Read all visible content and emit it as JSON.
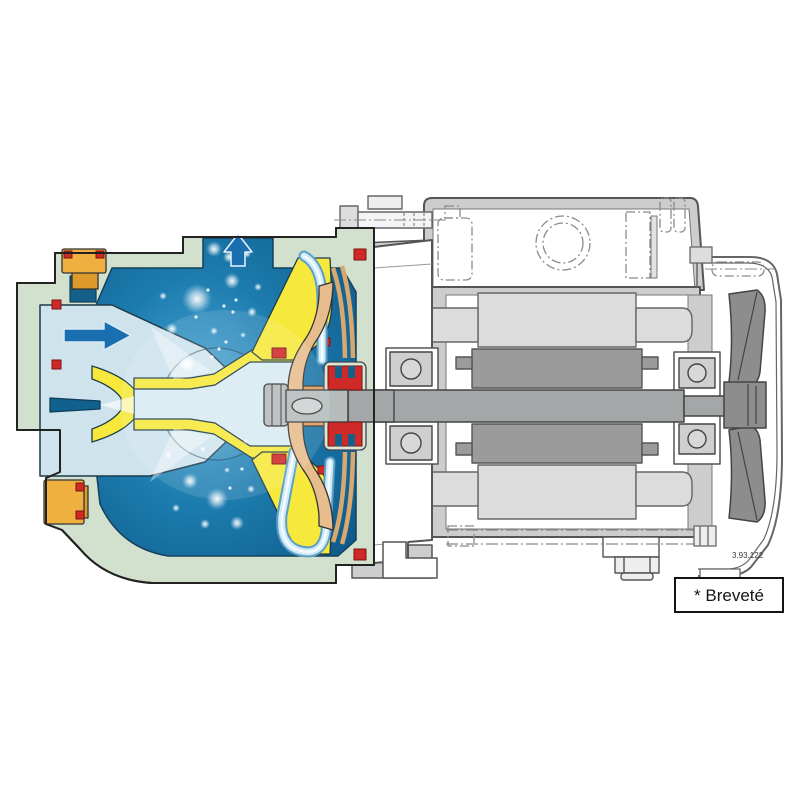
{
  "figure": {
    "drawing_number": "3.93.122",
    "patent_label": "* Breveté"
  },
  "icons": {
    "inlet_flow_arrow": "arrow-right",
    "discharge_flow_arrow": "arrow-up"
  },
  "palette": {
    "casing_green": "#d2e0ce",
    "water_dark": "#0c5787",
    "water_mid": "#1d7cae",
    "water_light": "#cfe3ed",
    "part_yellow": "#f6e93c",
    "plug_orange": "#efb040",
    "impeller_tan": "#e7bd8e",
    "sleeve_orange": "#e09a58",
    "seal_red": "#cf2a27",
    "metal_gray": "#a4a7a8",
    "motor_fill_gray": "#cdcdcd",
    "motor_line_gray": "#555555",
    "fan_gray": "#8d8d8d",
    "arrow_blue": "#1a6fb0"
  }
}
